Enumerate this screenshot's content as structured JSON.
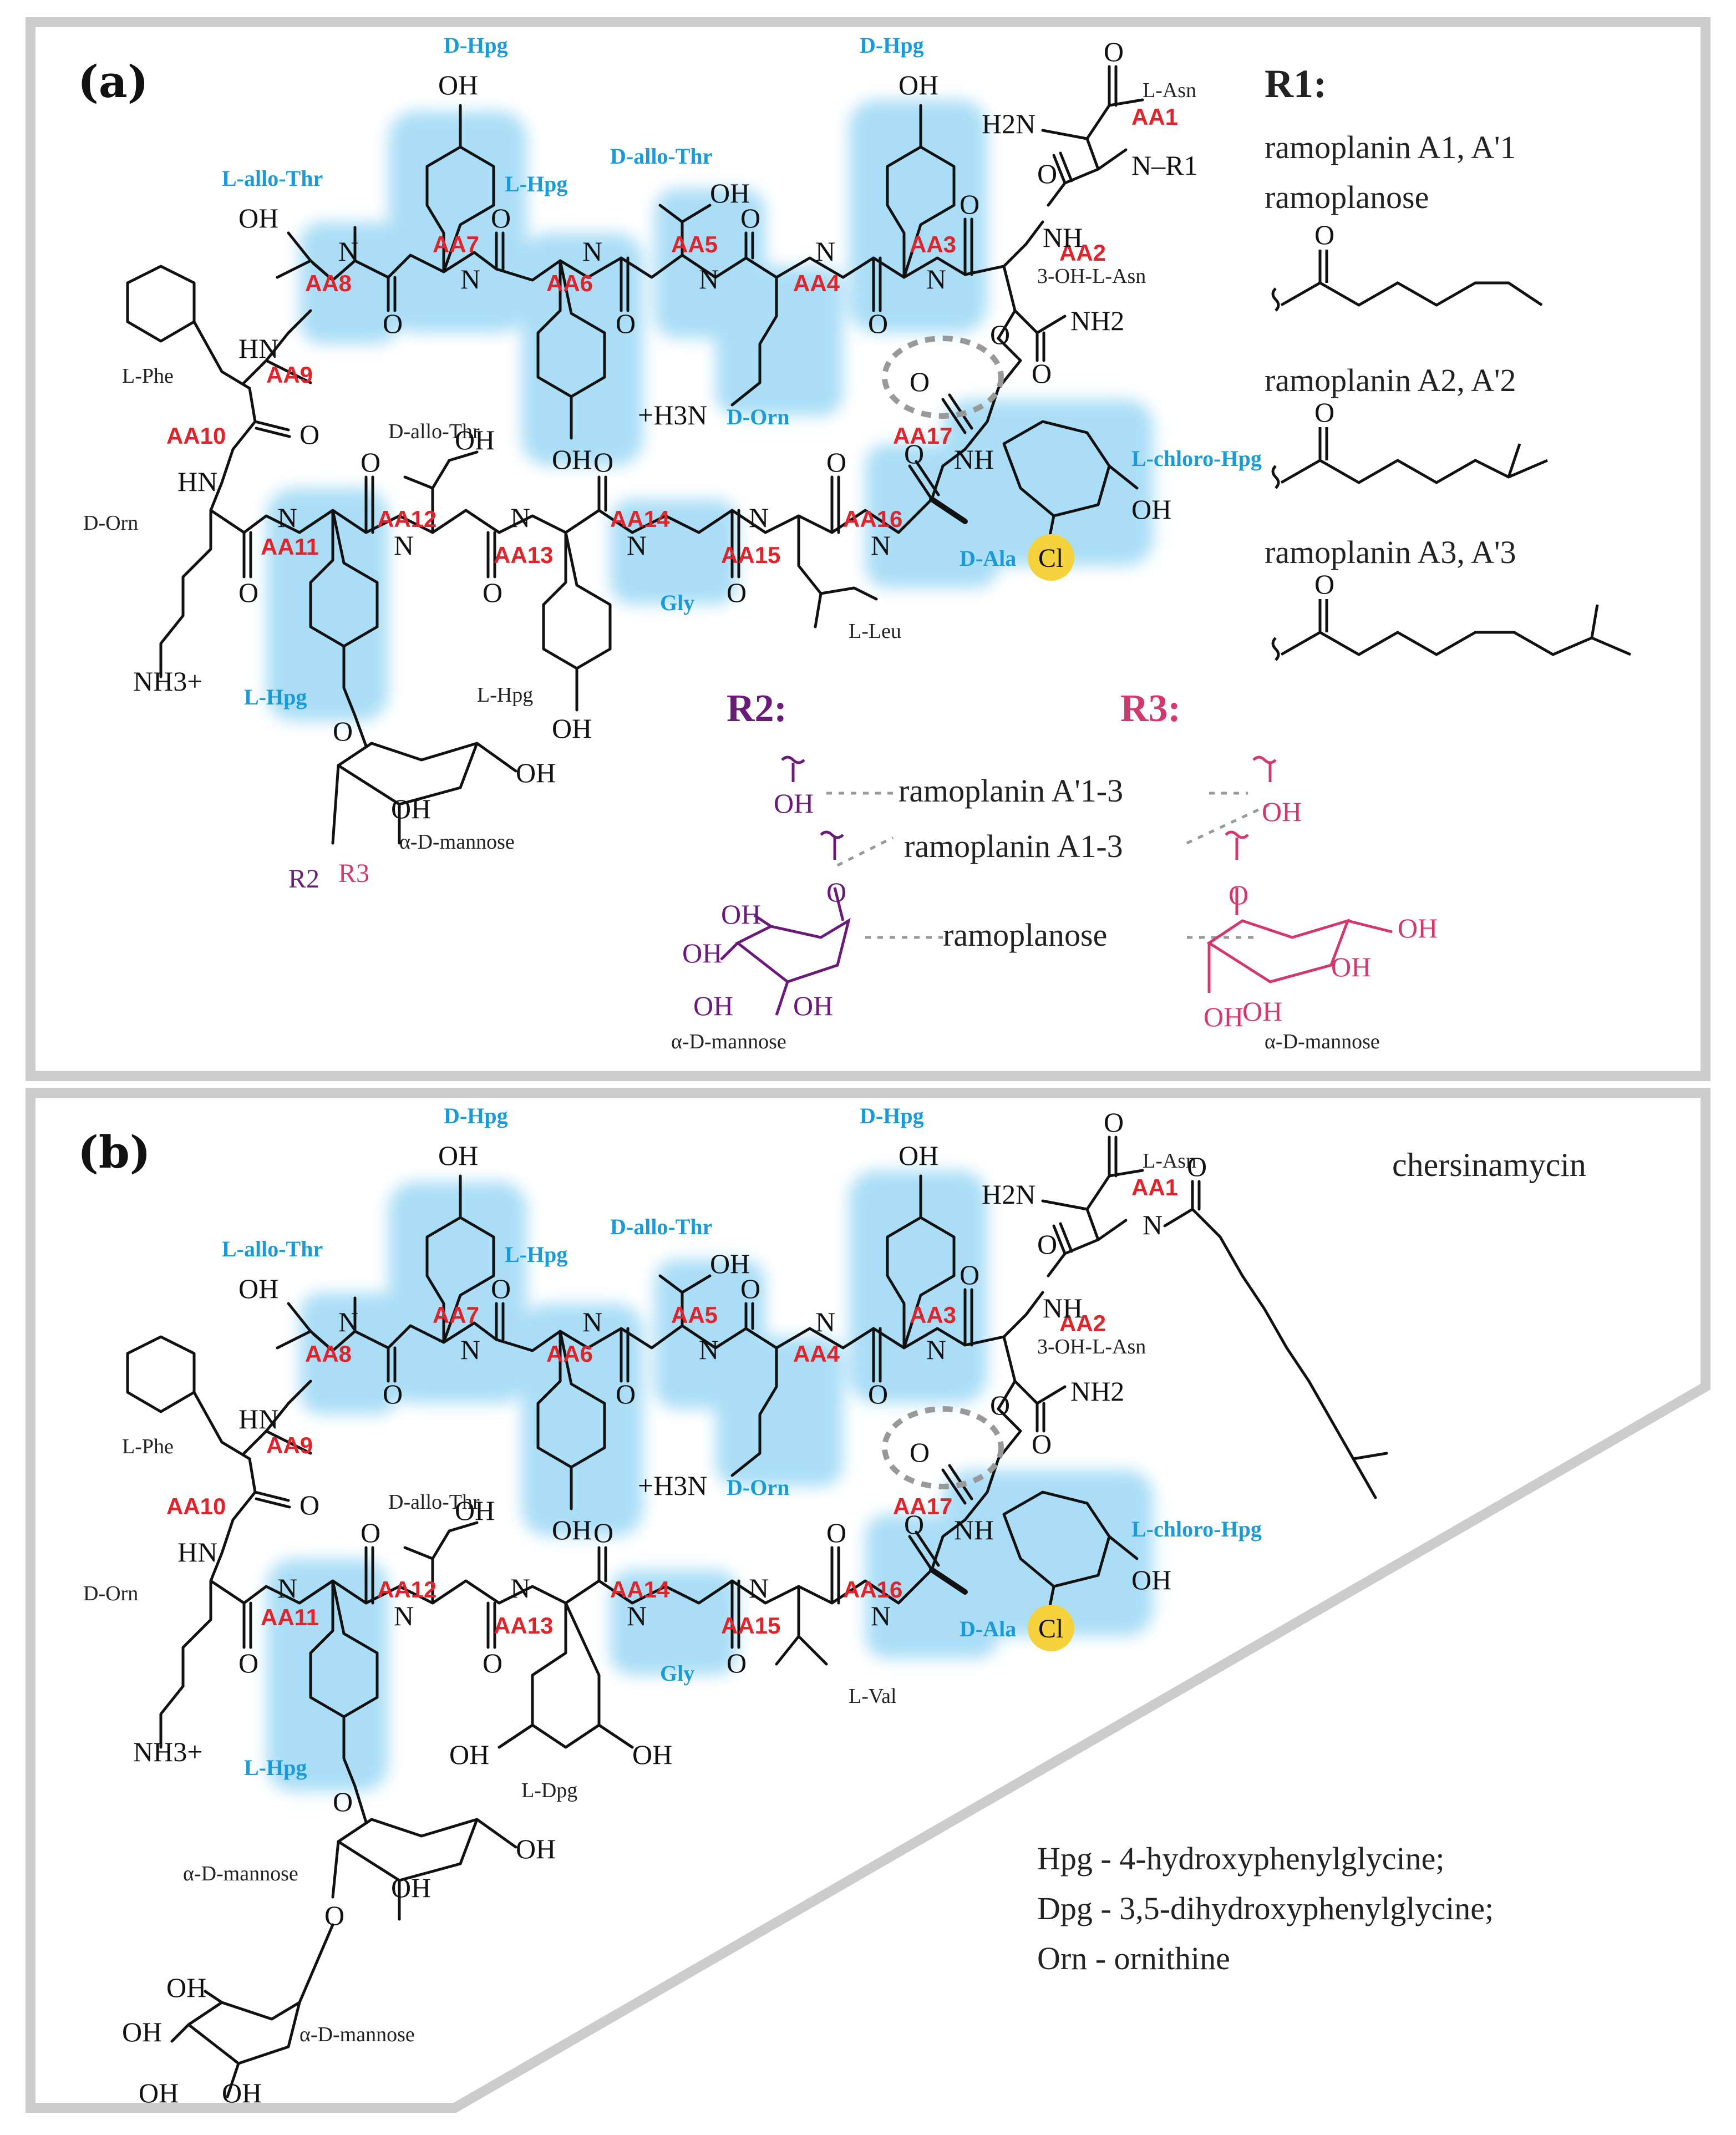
{
  "panel_a": {
    "label": "(a)",
    "residue_names": {
      "aa1": "L-Asn",
      "aa2": "3-OH-L-Asn",
      "aa3": "D-Hpg",
      "aa4": "D-Orn",
      "aa5": "D-allo-Thr",
      "aa6": "L-Hpg",
      "aa7": "D-Hpg",
      "aa8": "L-allo-Thr",
      "aa9": "L-Phe",
      "aa10": "D-Orn",
      "aa11": "L-Hpg",
      "aa12": "D-allo-Thr",
      "aa13": "L-Hpg",
      "aa14": "Gly",
      "aa15": "L-Leu",
      "aa16": "D-Ala",
      "aa17": "L-chloro-Hpg"
    },
    "sugar": {
      "label": "α-D-mannose",
      "r2": "R2",
      "r3": "R3"
    },
    "r1_section": {
      "title": "R1:",
      "entries": [
        {
          "label_line1": "ramoplanin A1, A'1",
          "label_line2": "ramoplanose"
        },
        {
          "label_line1": "ramoplanin A2, A'2",
          "label_line2": ""
        },
        {
          "label_line1": "ramoplanin A3, A'3",
          "label_line2": ""
        }
      ]
    },
    "r2_title": "R2:",
    "r3_title": "R3:",
    "variants": {
      "row1": "ramoplanin A'1-3",
      "row2": "ramoplanin A1-3",
      "row3": "ramoplanose"
    },
    "sub_sugar_label": "α-D-mannose"
  },
  "panel_b": {
    "label": "(b)",
    "compound": "chersinamycin",
    "residue_names": {
      "aa1": "L-Asn",
      "aa2": "3-OH-L-Asn",
      "aa3": "D-Hpg",
      "aa4": "D-Orn",
      "aa5": "D-allo-Thr",
      "aa6": "L-Hpg",
      "aa7": "D-Hpg",
      "aa8": "L-allo-Thr",
      "aa9": "L-Phe",
      "aa10": "D-Orn",
      "aa11": "L-Hpg",
      "aa12": "D-allo-Thr",
      "aa13": "L-Dpg",
      "aa14": "Gly",
      "aa15": "L-Val",
      "aa16": "D-Ala",
      "aa17": "L-chloro-Hpg"
    },
    "sugar_labels": [
      "α-D-mannose",
      "α-D-mannose"
    ],
    "legend": [
      "Hpg - 4-hydroxyphenylglycine;",
      "Dpg - 3,5-dihydroxyphenylglycine;",
      "Orn - ornithine"
    ]
  },
  "aa_labels": [
    "AA1",
    "AA2",
    "AA3",
    "AA4",
    "AA5",
    "AA6",
    "AA7",
    "AA8",
    "AA9",
    "AA10",
    "AA11",
    "AA12",
    "AA13",
    "AA14",
    "AA15",
    "AA16",
    "AA17"
  ],
  "atoms": {
    "oh": "OH",
    "o": "O",
    "nh": "NH",
    "hn": "HN",
    "n": "N",
    "h": "H",
    "nh2": "NH2",
    "h2n": "H2N",
    "nh3": "NH3+",
    "h3n": "+H3N",
    "cl": "Cl",
    "nr1": "N–R1"
  },
  "colors": {
    "residue_label": "#e0242b",
    "highlight_name": "#1a9ad6",
    "glow": "#8fd3f4",
    "r2": "#6a1b7a",
    "r3": "#d2386c",
    "chlorine": "#f5d23c",
    "frame": "#cccccc",
    "ink": "#111111"
  }
}
